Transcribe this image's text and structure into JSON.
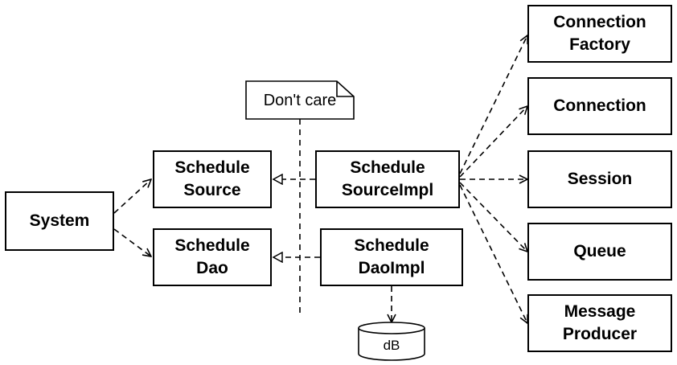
{
  "nodes": {
    "system": "System",
    "schedule_source": "Schedule\nSource",
    "schedule_dao": "Schedule\nDao",
    "schedule_source_impl": "Schedule\nSourceImpl",
    "schedule_dao_impl": "Schedule\nDaoImpl",
    "connection_factory": "Connection\nFactory",
    "connection": "Connection",
    "session": "Session",
    "queue": "Queue",
    "message_producer": "Message\nProducer"
  },
  "note": {
    "text": "Don't care"
  },
  "database": {
    "label": "dB"
  }
}
